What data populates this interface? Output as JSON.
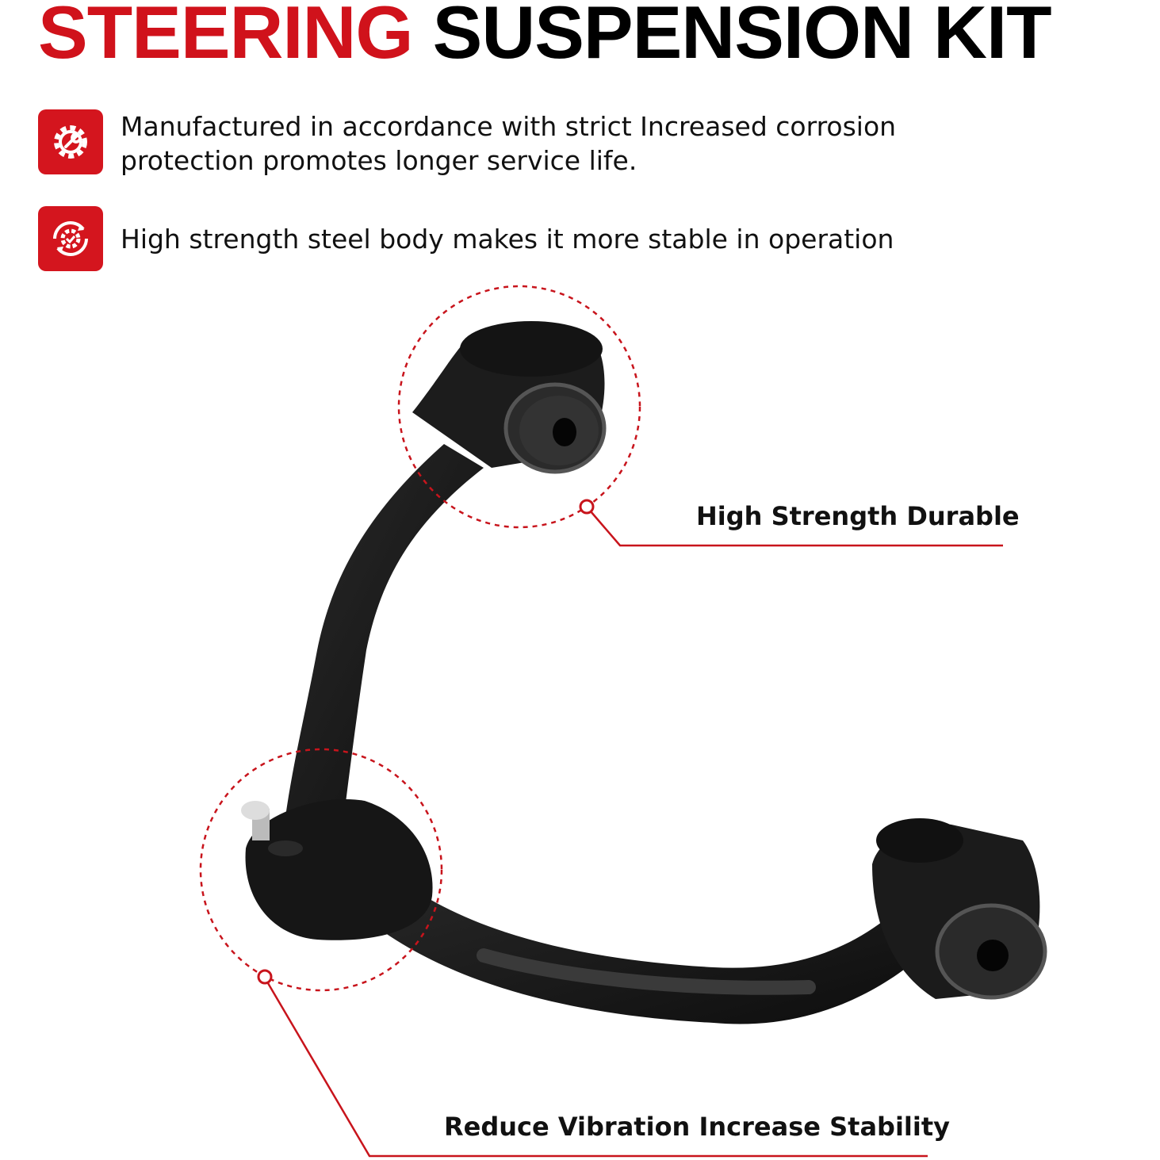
{
  "title": {
    "part1": "STEERING",
    "part2": " SUSPENSION KIT"
  },
  "features": [
    {
      "icon": "gear-wrench-icon",
      "text": "Manufactured in accordance with strict Increased corrosion protection promotes longer service life."
    },
    {
      "icon": "gear-cycle-icon",
      "text": "High strength steel body makes it more stable in operation"
    }
  ],
  "callouts": [
    {
      "label": "High Strength Durable"
    },
    {
      "label": "Reduce Vibration Increase Stability"
    }
  ],
  "colors": {
    "accent": "#d0121b",
    "text": "#111111",
    "part": "#1a1a1a"
  }
}
